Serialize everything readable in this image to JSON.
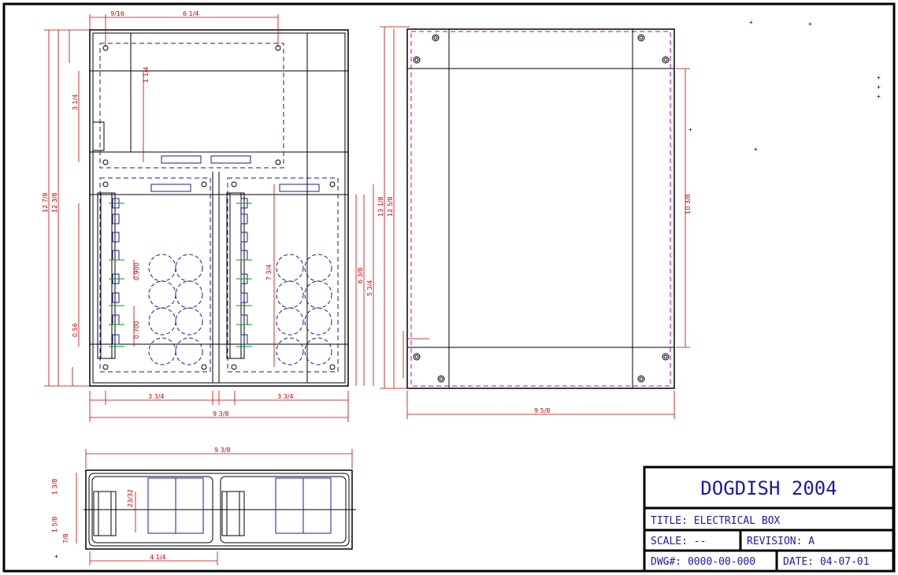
{
  "title_block": {
    "project": "DOGDISH 2004",
    "title": "TITLE: ELECTRICAL BOX",
    "scale": "SCALE: --",
    "revision": "REVISION: A",
    "dwg_number": "DWG#: 0000-00-000",
    "date": "DATE: 04-07-01"
  },
  "dims": {
    "front_top_a": "9/16",
    "front_top_b": "6 1/4",
    "front_height_a": "12 7/8",
    "front_height_b": "12 3/8",
    "front_bottom_a": "3 3/4",
    "front_bottom_b": "3 3/4",
    "front_bottom_total": "9 3/8",
    "front_v1": "3 1/4",
    "front_v2": "1 1/4",
    "front_v3": "0.900",
    "front_v4": "0.700",
    "front_v5": "0.56",
    "front_v6": "7 3/4",
    "front_v7": "6 3/8",
    "front_v8": "5 3/4",
    "right_height_a": "13 1/8",
    "right_height_b": "12 5/8",
    "right_inner": "10 3/8",
    "right_width": "9 5/8",
    "bottom_width": "9 3/8",
    "bottom_sub": "4 1/4",
    "bottom_v1": "1 3/8",
    "bottom_v2": "1 5/8",
    "bottom_v3": "7/8",
    "bottom_v4": "23/32"
  },
  "colors": {
    "outline": "#000000",
    "hidden": "#1a1aa8",
    "dimension": "#c40000",
    "centerline": "#00a000",
    "border_magenta": "#c000c0"
  }
}
